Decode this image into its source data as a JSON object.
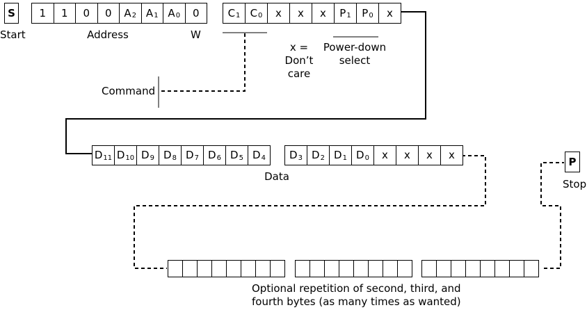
{
  "start_symbol": "S",
  "start_label": "Start",
  "address_bits": [
    "1",
    "1",
    "0",
    "0",
    "A2",
    "A1",
    "A0",
    "0"
  ],
  "address_label": "Address",
  "write_label": "W",
  "command_bits": [
    "C1",
    "C0",
    "x",
    "x",
    "x",
    "P1",
    "P0",
    "x"
  ],
  "command_label": "Command",
  "dont_care_note": [
    "x =",
    "Don’t",
    "care"
  ],
  "power_down_note": [
    "Power-down",
    "select"
  ],
  "data_byte1": [
    "D11",
    "D10",
    "D9",
    "D8",
    "D7",
    "D6",
    "D5",
    "D4"
  ],
  "data_byte2": [
    "D3",
    "D2",
    "D1",
    "D0",
    "x",
    "x",
    "x",
    "x"
  ],
  "data_label": "Data",
  "stop_symbol": "P",
  "stop_label": "Stop",
  "repeat_note": [
    "Optional repetition of second, third, and",
    "fourth bytes (as many times as wanted)"
  ]
}
